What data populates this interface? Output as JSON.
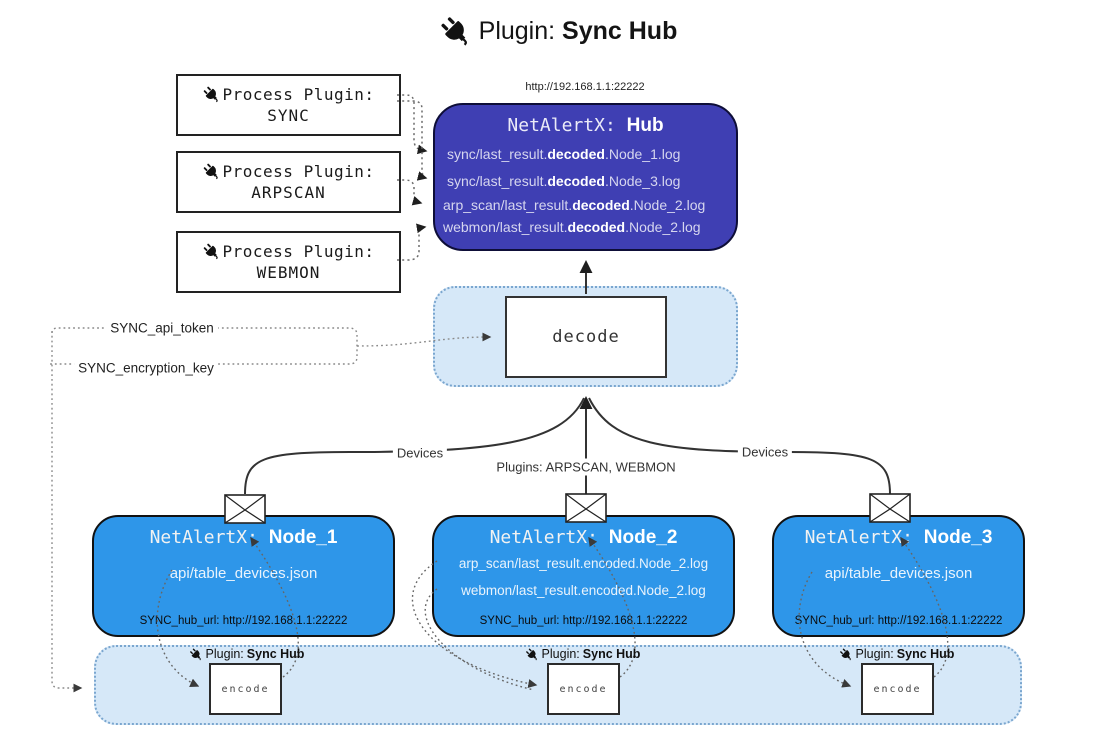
{
  "title": {
    "prefix": "Plugin:",
    "name": "Sync Hub"
  },
  "process_plugins": [
    {
      "line1": "Process Plugin:",
      "name": "SYNC"
    },
    {
      "line1": "Process Plugin:",
      "name": "ARPSCAN"
    },
    {
      "line1": "Process Plugin:",
      "name": "WEBMON"
    }
  ],
  "hub": {
    "url": "http://192.168.1.1:22222",
    "title_prefix": "NetAlertX: ",
    "title_name": "Hub",
    "logs": [
      {
        "pre": "sync/last_result.",
        "bold": "decoded",
        "post": ".Node_1.log"
      },
      {
        "pre": "sync/last_result.",
        "bold": "decoded",
        "post": ".Node_3.log"
      },
      {
        "pre": "arp_scan/last_result.",
        "bold": "decoded",
        "post": ".Node_2.log"
      },
      {
        "pre": "webmon/last_result.",
        "bold": "decoded",
        "post": ".Node_2.log"
      }
    ]
  },
  "decode": {
    "label": "decode"
  },
  "secrets": {
    "api_token": "SYNC_api_token",
    "encryption_key": "SYNC_encryption_key"
  },
  "edges": {
    "left_devices": "Devices",
    "right_devices": "Devices",
    "middle": "Plugins: ARPSCAN, WEBMON"
  },
  "nodes": [
    {
      "title_prefix": "NetAlertX: ",
      "title_name": "Node_1",
      "lines": [
        "api/table_devices.json"
      ],
      "hub_url": "SYNC_hub_url: http://192.168.1.1:22222"
    },
    {
      "title_prefix": "NetAlertX: ",
      "title_name": "Node_2",
      "lines": [
        "arp_scan/last_result.encoded.Node_2.log",
        "webmon/last_result.encoded.Node_2.log"
      ],
      "hub_url": "SYNC_hub_url: http://192.168.1.1:22222"
    },
    {
      "title_prefix": "NetAlertX: ",
      "title_name": "Node_3",
      "lines": [
        "api/table_devices.json"
      ],
      "hub_url": "SYNC_hub_url: http://192.168.1.1:22222"
    }
  ],
  "encoders": [
    {
      "plugin_label": "Plugin:",
      "plugin_name": "Sync Hub",
      "box_label": "encode"
    },
    {
      "plugin_label": "Plugin:",
      "plugin_name": "Sync Hub",
      "box_label": "encode"
    },
    {
      "plugin_label": "Plugin:",
      "plugin_name": "Sync Hub",
      "box_label": "encode"
    }
  ],
  "colors": {
    "hub_fill": "#3f3fb3",
    "node_fill": "#2e96e9",
    "container_fill": "#d6e8f8",
    "container_border": "#7aa6cf"
  }
}
